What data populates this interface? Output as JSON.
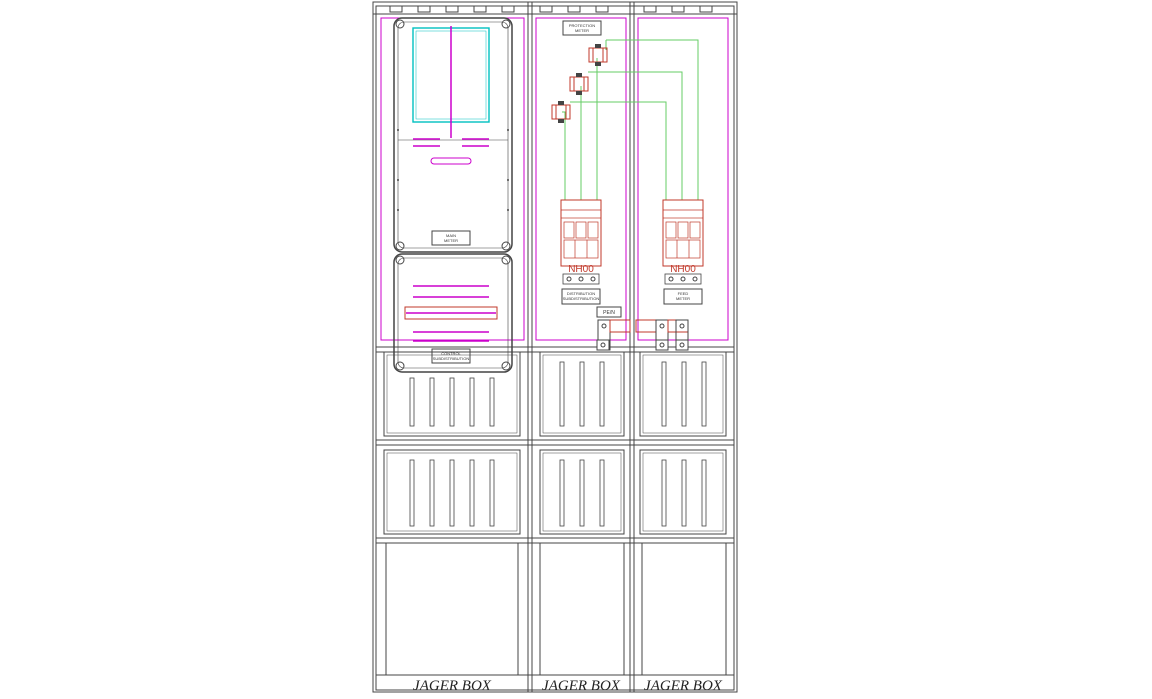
{
  "cabinet": {
    "brand_labels": [
      "JAGER BOX",
      "JAGER BOX",
      "JAGER BOX"
    ],
    "meter_panel_label": [
      "MAIN",
      "METER"
    ],
    "sub_panel_label": [
      "CONTROL",
      "SUBDISTRIBUTION"
    ],
    "top_label": [
      "PROTECTION",
      "METER"
    ],
    "breaker_left": {
      "label": "NH00",
      "caption": [
        "DISTRIBUTION",
        "SUBDISTRIBUTION"
      ]
    },
    "breaker_right": {
      "label": "NH00",
      "caption": [
        "FEED",
        "METER"
      ]
    },
    "center_tag": "PE/N"
  },
  "colors": {
    "outline": "#444444",
    "frame_magenta": "#cc00cc",
    "meter_window": "#00c0c0",
    "wiring_green": "#66cc66",
    "breaker_red": "#c0392b"
  }
}
